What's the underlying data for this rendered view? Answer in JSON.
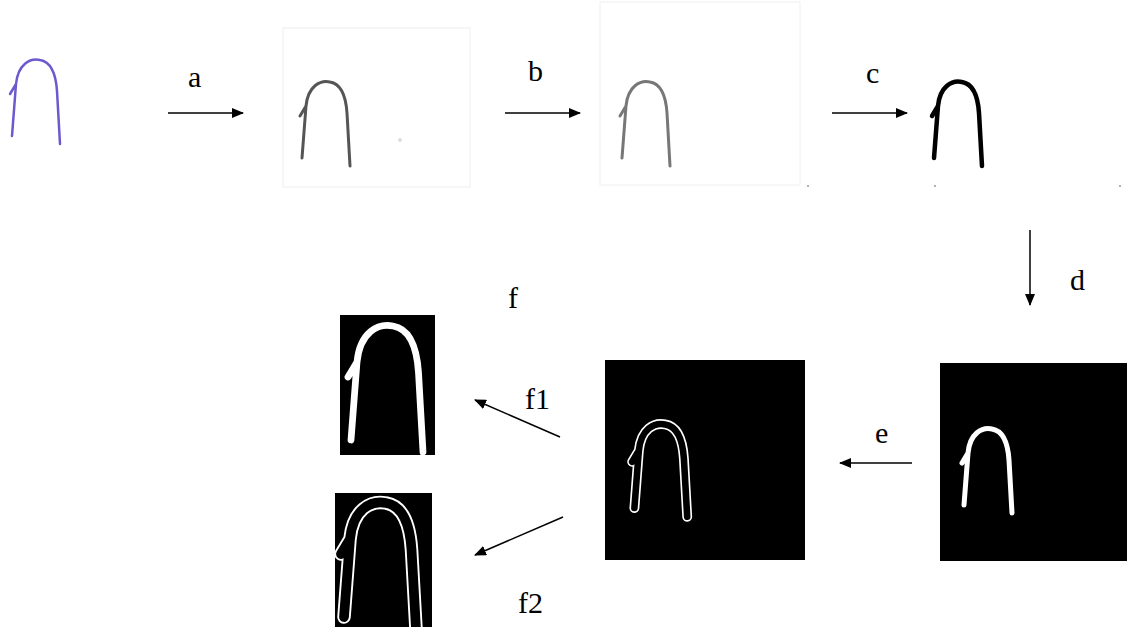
{
  "diagram": {
    "labels": [
      "a",
      "b",
      "c",
      "d",
      "e",
      "f",
      "f1",
      "f2"
    ]
  }
}
